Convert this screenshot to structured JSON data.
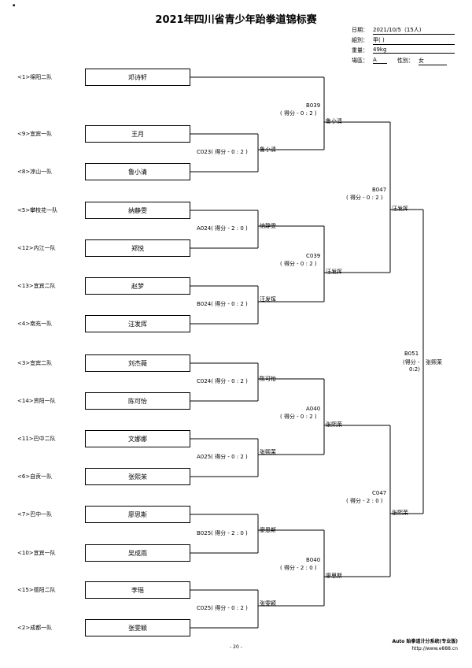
{
  "title": "2021年四川省青少年跆拳道锦标赛",
  "marker": "▪",
  "info": {
    "date_label": "日期：",
    "date_value": "2021/10/5（15人)",
    "group_label": "組別：",
    "group_value": "甲( )",
    "weight_label": "重量：",
    "weight_value": "49kg",
    "field_label": "場區：",
    "field_value": "A",
    "gender_label": "性別：",
    "gender_value": "女"
  },
  "entries": [
    {
      "team": "<1>绵阳二队",
      "name": "邓诗轩"
    },
    {
      "team": "<9>宜宾一队",
      "name": "王月"
    },
    {
      "team": "<8>凉山一队",
      "name": "鲁小清"
    },
    {
      "team": "<5>攀枝花一队",
      "name": "纳静雯"
    },
    {
      "team": "<12>内江一队",
      "name": "郑悦"
    },
    {
      "team": "<13>宜宾二队",
      "name": "赵梦"
    },
    {
      "team": "<4>南充一队",
      "name": "汪发挥"
    },
    {
      "team": "<3>宜宾二队",
      "name": "刘杰薇"
    },
    {
      "team": "<14>资阳一队",
      "name": "陈可怡"
    },
    {
      "team": "<11>巴中二队",
      "name": "文娜娜"
    },
    {
      "team": "<6>自贡一队",
      "name": "张熙茉"
    },
    {
      "team": "<7>巴中一队",
      "name": "廖思斯"
    },
    {
      "team": "<10>宜宾一队",
      "name": "吴成雨"
    },
    {
      "team": "<15>德阳二队",
      "name": "李瑶"
    },
    {
      "team": "<2>成都一队",
      "name": "张雯颖"
    }
  ],
  "round1": [
    {
      "label": "C023( 得分 - 0 : 2 )",
      "winner": "鲁小清"
    },
    {
      "label": "A024( 得分 - 2 : 0 )",
      "winner": "纳静雯"
    },
    {
      "label": "B024( 得分 - 0 : 2 )",
      "winner": "汪发挥"
    },
    {
      "label": "C024( 得分 - 0 : 2 )",
      "winner": "陈可怡"
    },
    {
      "label": "A025( 得分 - 0 : 2 )",
      "winner": "张熙茉"
    },
    {
      "label": "B025( 得分 - 2 : 0 )",
      "winner": "廖思斯"
    },
    {
      "label": "C025( 得分 - 0 : 2 )",
      "winner": "张雯颖"
    }
  ],
  "round2": [
    {
      "code": "B039",
      "score": "( 得分 - 0 : 2 )",
      "winner": "鲁小清"
    },
    {
      "code": "C039",
      "score": "( 得分 - 0 : 2 )",
      "winner": "汪发挥"
    },
    {
      "code": "A040",
      "score": "( 得分 - 0 : 2 )",
      "winner": "张熙茉"
    },
    {
      "code": "B040",
      "score": "( 得分 - 2 : 0 )",
      "winner": "廖思斯"
    }
  ],
  "round3": [
    {
      "code": "B047",
      "score": "( 得分 - 0 : 2 )",
      "winner": "汪发挥"
    },
    {
      "code": "C047",
      "score": "( 得分 - 2 : 0 )",
      "winner": "张熙茉"
    }
  ],
  "final": {
    "code": "B051",
    "score1": "(得分 -",
    "score2": "0:2)",
    "winner": "张熙茉"
  },
  "footer": {
    "page": "- 20 -",
    "software": "Auto 跆拳道计分系统(专业版)",
    "url": "http://www.e888.cn"
  }
}
